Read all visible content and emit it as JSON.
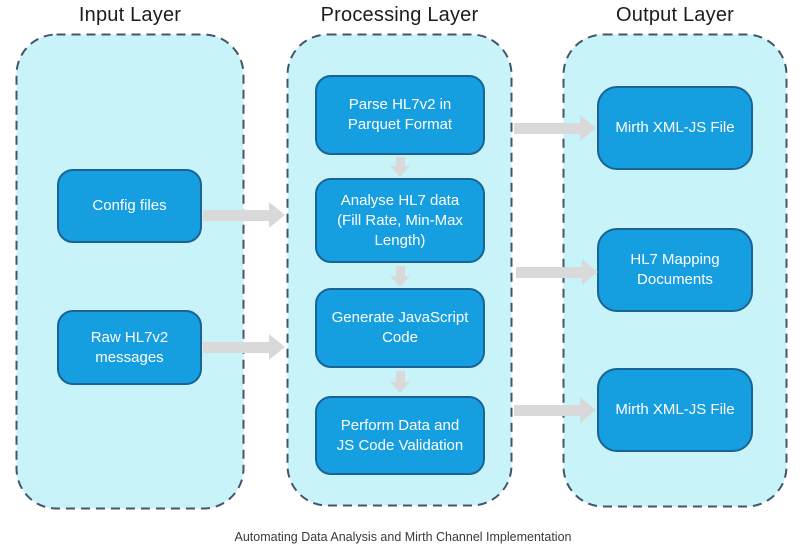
{
  "diagram": {
    "caption": "Automating Data Analysis and Mirth Channel Implementation",
    "layers": {
      "input": {
        "title": "Input Layer",
        "nodes": [
          {
            "label": "Config files"
          },
          {
            "label": [
              "Raw HL7v2",
              "messages"
            ]
          }
        ]
      },
      "processing": {
        "title": "Processing Layer",
        "nodes": [
          {
            "label": [
              "Parse HL7v2 in",
              "Parquet Format"
            ]
          },
          {
            "label": [
              "Analyse HL7 data",
              "(Fill Rate, Min-Max",
              "Length)"
            ]
          },
          {
            "label": [
              "Generate JavaScript",
              "Code"
            ]
          },
          {
            "label": [
              "Perform Data and",
              "JS Code Validation"
            ]
          }
        ]
      },
      "output": {
        "title": "Output Layer",
        "nodes": [
          {
            "label": "Mirth XML-JS File"
          },
          {
            "label": [
              "HL7 Mapping",
              "Documents"
            ]
          },
          {
            "label": "Mirth XML-JS File"
          }
        ]
      }
    },
    "colors": {
      "node_fill": "#159fe1",
      "node_border": "#1b6394",
      "container_fill": "#c8f3f8",
      "container_border": "#44546a",
      "arrow": "#d9d9d9",
      "caption_text": "#3a3a3a",
      "title_text": "#1c1c1c"
    }
  }
}
